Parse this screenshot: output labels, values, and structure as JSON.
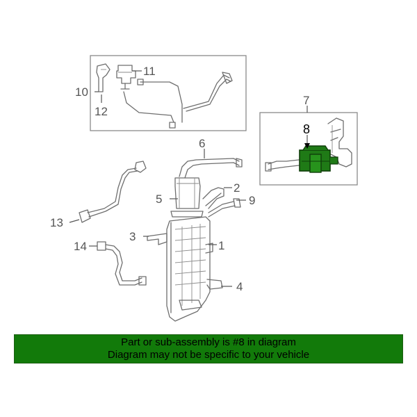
{
  "callouts": {
    "c1": "1",
    "c2": "2",
    "c3": "3",
    "c4": "4",
    "c5": "5",
    "c6": "6",
    "c7": "7",
    "c8": "8",
    "c9": "9",
    "c10": "10",
    "c11": "11",
    "c12": "12",
    "c13": "13",
    "c14": "14"
  },
  "highlight_part": "8",
  "banner": {
    "line1": "Part or sub-assembly is #8 in diagram",
    "line2": "Diagram may not be specific to your vehicle"
  },
  "colors": {
    "highlight": "#1f7a16",
    "highlight_dark": "#0f3d0a",
    "banner_bg": "#127a0a",
    "line": "#6e6e6e"
  }
}
